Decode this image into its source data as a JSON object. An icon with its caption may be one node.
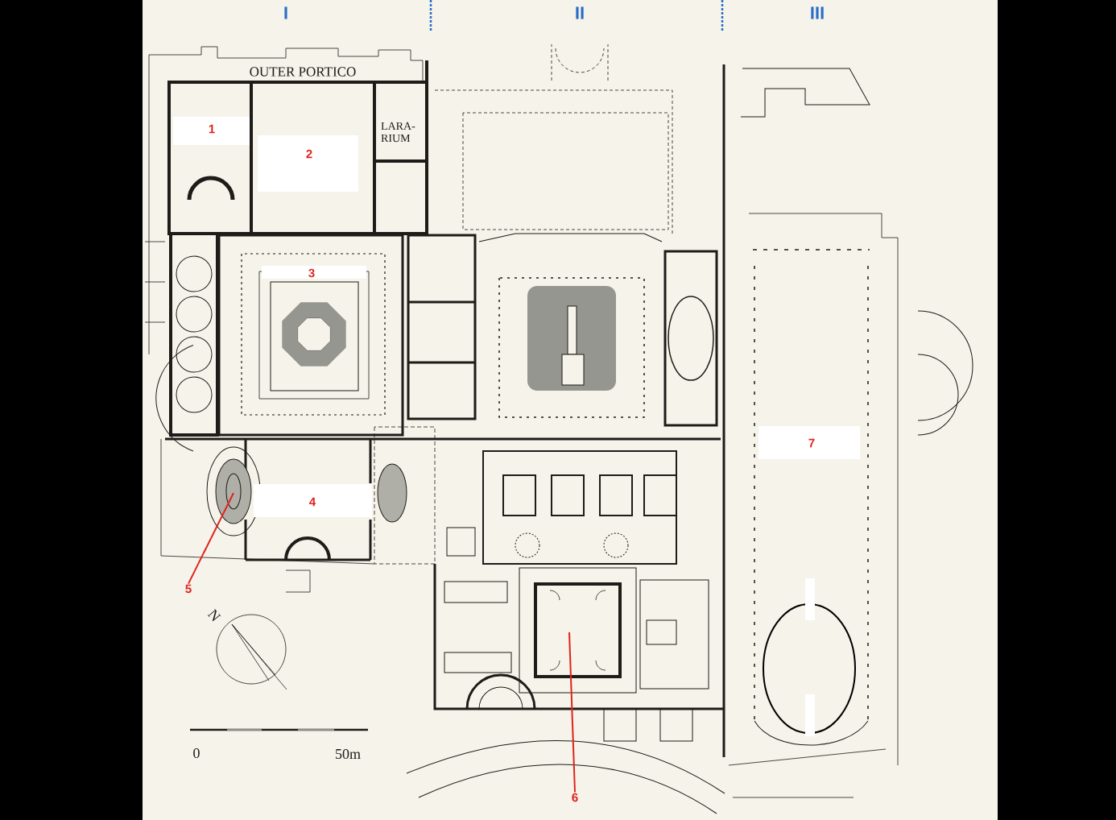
{
  "diagram": {
    "nodes": [
      {
        "text": [
          "5"
        ]
      },
      {
        "text": [
          "6"
        ]
      }
    ],
    "edges": [
      {
        "from": 0,
        "to": null,
        "arrow": "none",
        "color": "#e0231c"
      },
      {
        "from": 1,
        "to": null,
        "arrow": "none",
        "color": "#e0231c"
      }
    ],
    "labels": [
      "I",
      "II",
      "III",
      "OUTER PORTICO",
      "1",
      "LARA- RIUM",
      "2",
      "3",
      "4",
      "7",
      "N",
      "0",
      "50m"
    ]
  }
}
